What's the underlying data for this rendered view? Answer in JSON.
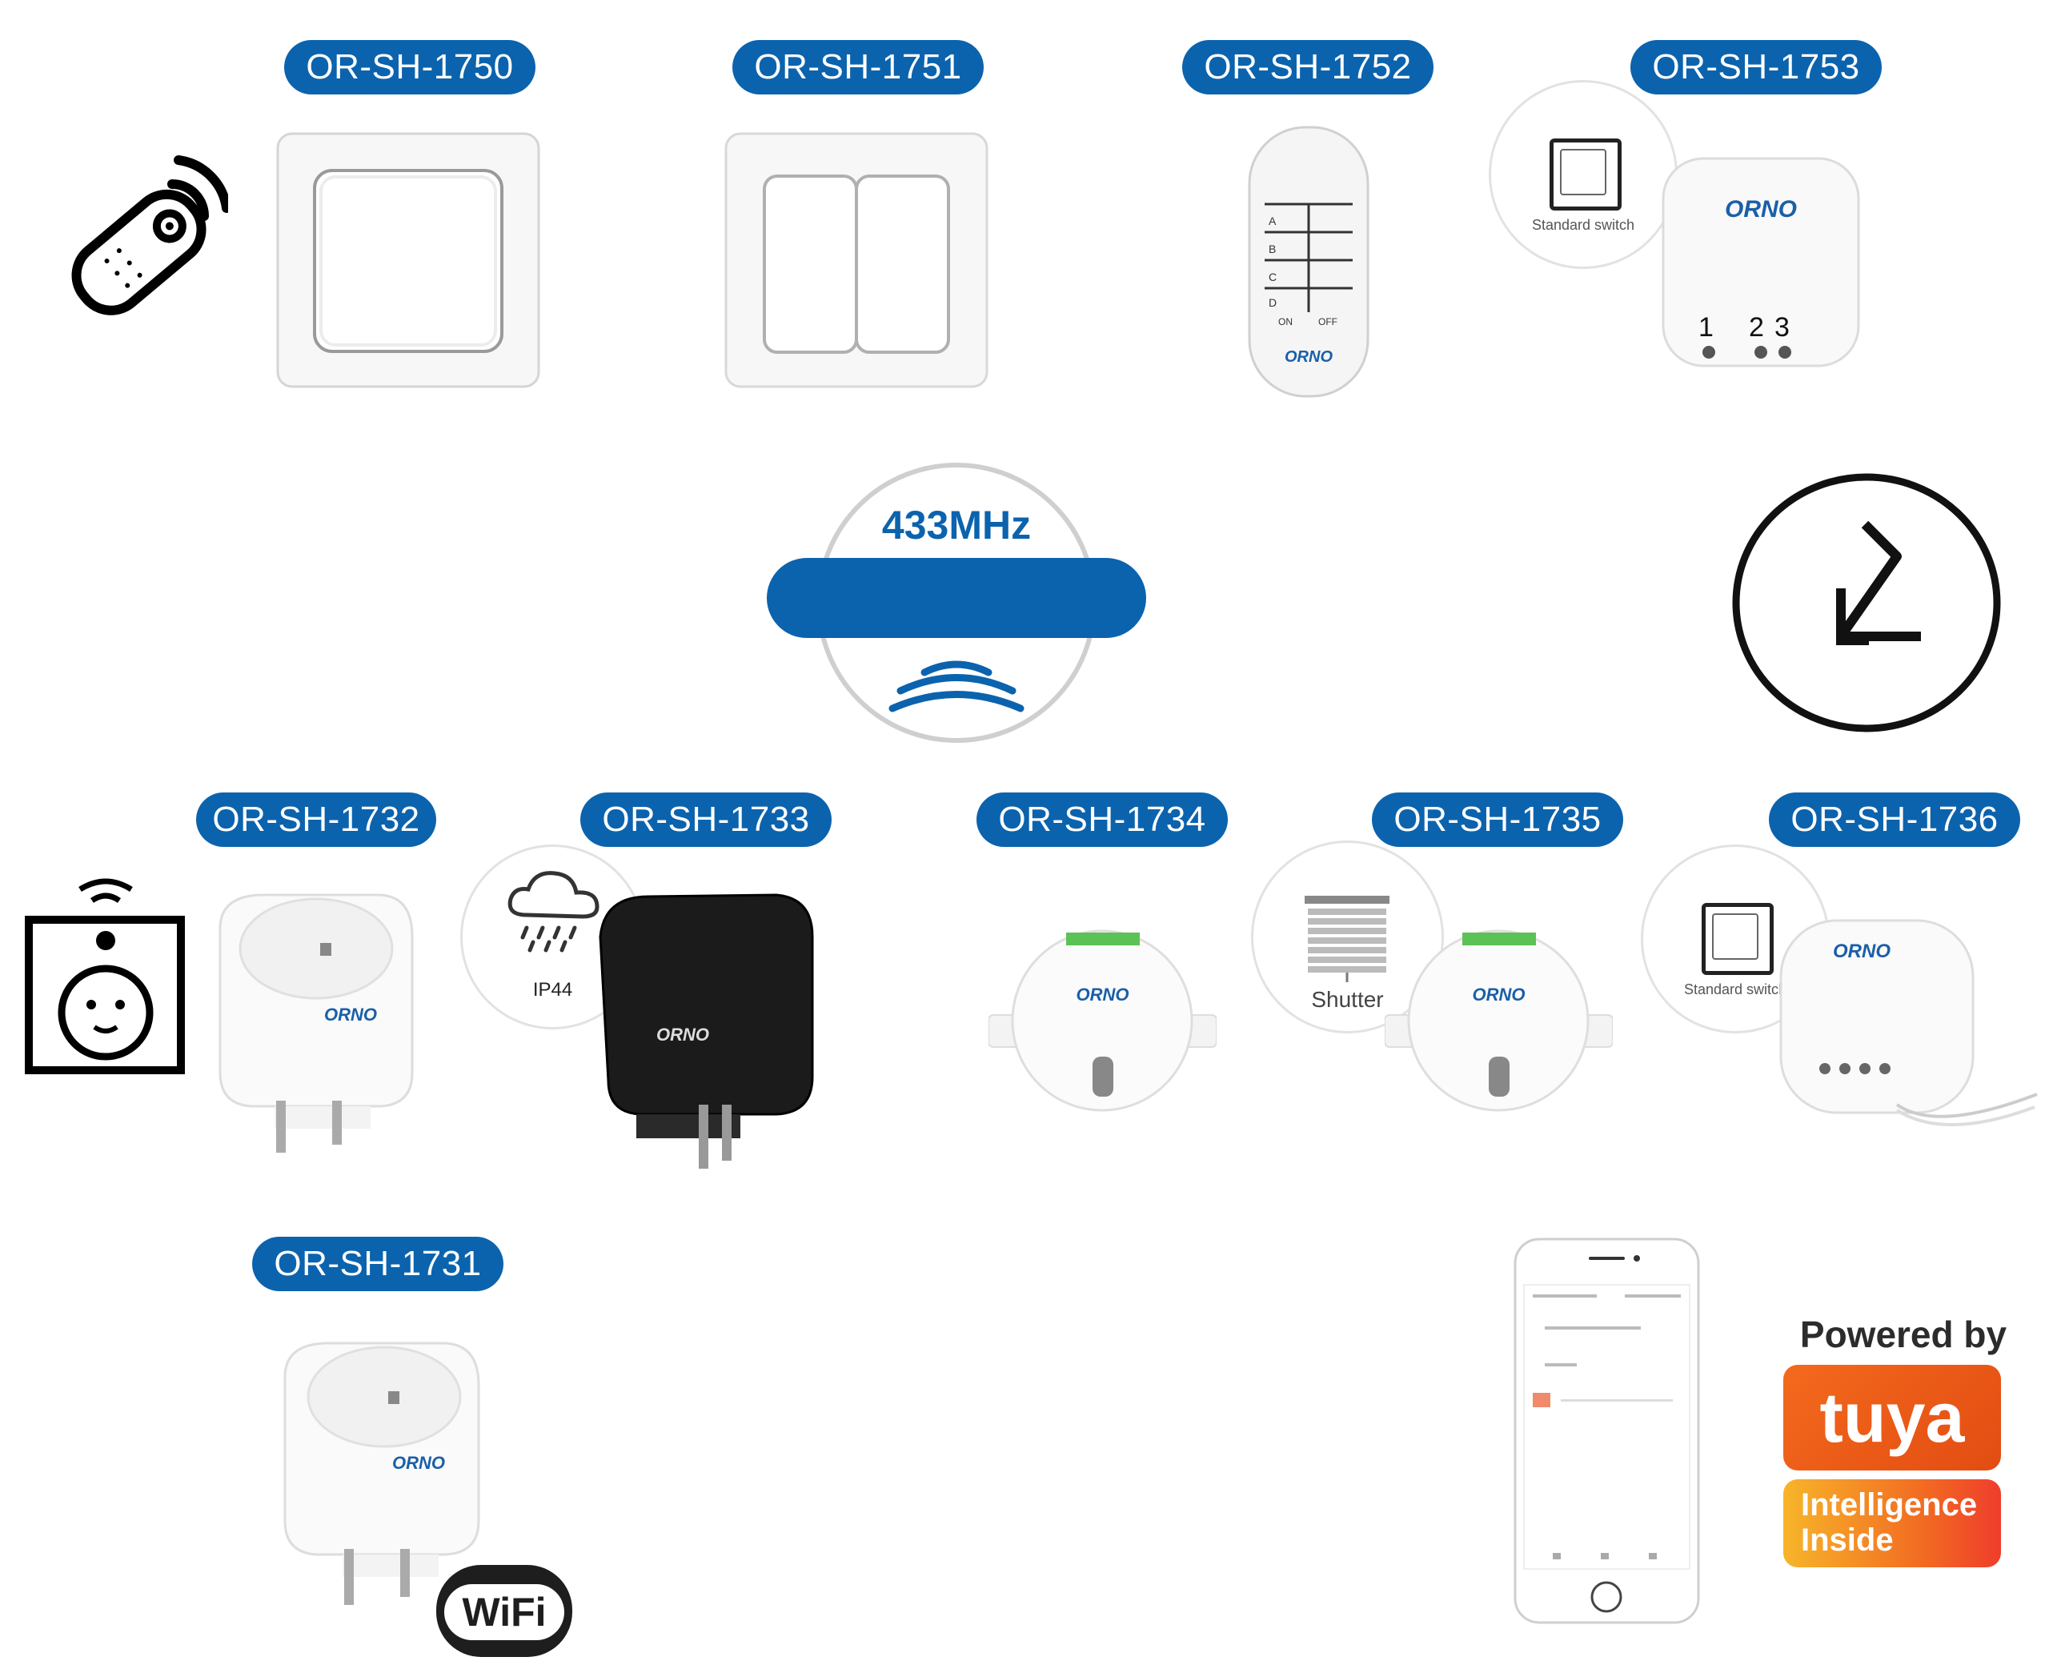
{
  "labels": {
    "sw1750": "OR-SH-1750",
    "sw1751": "OR-SH-1751",
    "remote1752": "OR-SH-1752",
    "recv1753": "OR-SH-1753",
    "plug1732": "OR-SH-1732",
    "plug1733": "OR-SH-1733",
    "mod1734": "OR-SH-1734",
    "mod1735": "OR-SH-1735",
    "mod1736": "OR-SH-1736",
    "plug1731": "OR-SH-1731"
  },
  "frequency": "433MHz",
  "brand": "ORNO",
  "callouts": {
    "standard_switch_1": "Standard switch",
    "standard_switch_2": "Standard switch",
    "shutter": "Shutter",
    "ip44": "IP44"
  },
  "remote_keys": [
    "A",
    "B",
    "C",
    "D"
  ],
  "remote_onoff": [
    "ON",
    "OFF"
  ],
  "receiver_channels": [
    "1",
    "2",
    "3"
  ],
  "wifi_badge": "WiFi",
  "powered_by": "Powered by",
  "tuya_logo": "tuya",
  "tuya_tagline": "Intelligence Inside",
  "colors": {
    "pill_blue": "#0b63ae",
    "tuya_orange": "#ee5c1a",
    "brand_blue": "#1a5fa8"
  },
  "icons": [
    "remote-control-icon",
    "arrow-circle-icon",
    "smart-socket-icon",
    "rain-cloud-icon",
    "standard-switch-icon",
    "shutter-icon",
    "wifi-badge-icon",
    "smartphone-app-icon",
    "radio-waves-icon"
  ]
}
